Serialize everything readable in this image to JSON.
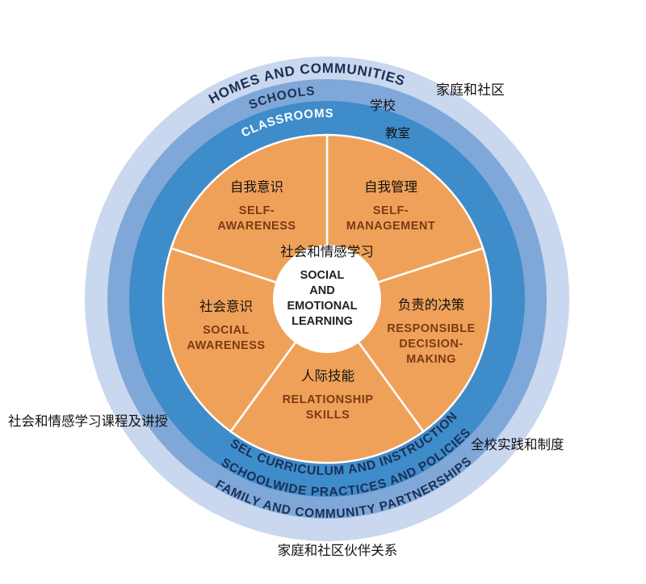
{
  "colors": {
    "outer_ring": "#c9d7ef",
    "schools_ring": "#7fa8d9",
    "classrooms_ring": "#3f8cca",
    "wedge": "#f0a159",
    "wedge_stroke": "#ffffff",
    "ring_text_dark": "#1b2f55",
    "ring_text_light": "#ffffff",
    "wedge_en_text": "#7a3a14",
    "center_fill": "#ffffff"
  },
  "rings": {
    "homes": {
      "en": "HOMES AND COMMUNITIES",
      "cn": "家庭和社区"
    },
    "schools": {
      "en": "SCHOOLS",
      "cn": "学校"
    },
    "classrooms": {
      "en": "CLASSROOMS",
      "cn": "教室"
    },
    "sel_curriculum": {
      "en": "SEL CURRICULUM AND INSTRUCTION",
      "cn": "社会和情感学习课程及讲授"
    },
    "schoolwide": {
      "en": "SCHOOLWIDE PRACTICES AND POLICIES",
      "cn": "全校实践和制度"
    },
    "family": {
      "en": "FAMILY AND COMMUNITY PARTNERSHIPS",
      "cn": "家庭和社区伙伴关系"
    }
  },
  "center": {
    "cn": "社会和情感学习",
    "en_lines": [
      "SOCIAL",
      "AND",
      "EMOTIONAL",
      "LEARNING"
    ]
  },
  "competencies": [
    {
      "key": "self-awareness",
      "cn": "自我意识",
      "en_lines": [
        "SELF-",
        "AWARENESS"
      ]
    },
    {
      "key": "self-management",
      "cn": "自我管理",
      "en_lines": [
        "SELF-",
        "MANAGEMENT"
      ]
    },
    {
      "key": "responsible-decision-making",
      "cn": "负责的决策",
      "en_lines": [
        "RESPONSIBLE",
        "DECISION-",
        "MAKING"
      ]
    },
    {
      "key": "relationship-skills",
      "cn": "人际技能",
      "en_lines": [
        "RELATIONSHIP",
        "SKILLS"
      ]
    },
    {
      "key": "social-awareness",
      "cn": "社会意识",
      "en_lines": [
        "SOCIAL",
        "AWARENESS"
      ]
    }
  ]
}
